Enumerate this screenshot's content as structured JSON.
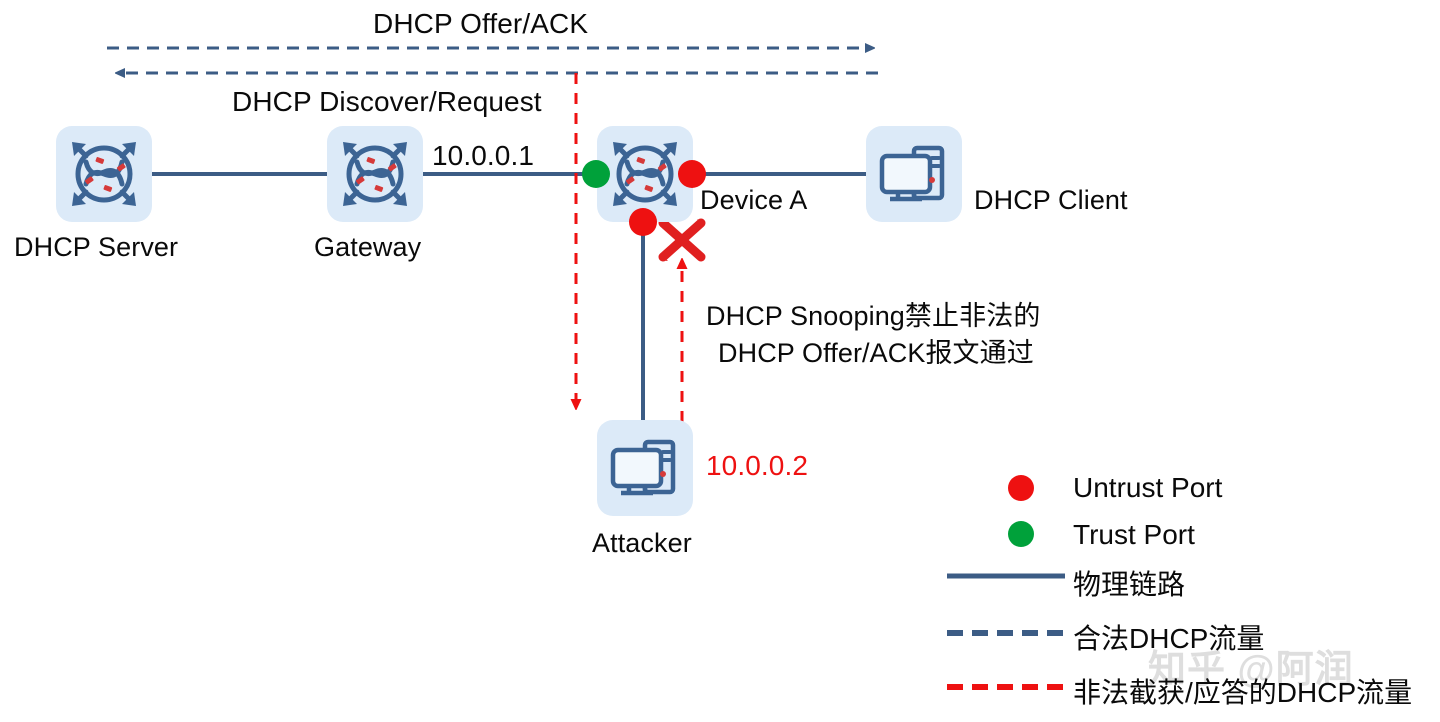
{
  "diagram": {
    "title_flows": {
      "offer_ack": "DHCP Offer/ACK",
      "discover_request": "DHCP Discover/Request"
    },
    "nodes": [
      {
        "id": "dhcp-server",
        "label": "DHCP Server",
        "icon": "switch-icon"
      },
      {
        "id": "gateway",
        "label": "Gateway",
        "icon": "switch-icon"
      },
      {
        "id": "device-a",
        "label": "Device A",
        "icon": "switch-icon"
      },
      {
        "id": "dhcp-client",
        "label": "DHCP Client",
        "icon": "pc-icon"
      },
      {
        "id": "attacker",
        "label": "Attacker",
        "icon": "pc-icon"
      }
    ],
    "ip_labels": {
      "gateway_ip": "10.0.0.1",
      "attacker_ip": "10.0.0.2"
    },
    "annotation": {
      "line1": "DHCP Snooping禁止非法的",
      "line2": "DHCP Offer/ACK报文通过"
    },
    "ports": [
      {
        "id": "device-a-trust-port",
        "type": "trust"
      },
      {
        "id": "device-a-untrust-port-client",
        "type": "untrust"
      },
      {
        "id": "device-a-untrust-port-attacker",
        "type": "untrust"
      }
    ],
    "blocked_marker": "red-x-icon"
  },
  "legend": {
    "items": [
      {
        "id": "untrust-port",
        "marker": "red-dot",
        "label": "Untrust Port"
      },
      {
        "id": "trust-port",
        "marker": "green-dot",
        "label": "Trust Port"
      },
      {
        "id": "physical-link",
        "marker": "solid-blue-line",
        "label": "物理链路"
      },
      {
        "id": "legit-dhcp-traffic",
        "marker": "dashed-blue-line",
        "label": "合法DHCP流量"
      },
      {
        "id": "illegal-dhcp-traffic",
        "marker": "dashed-red-line",
        "label": "非法截获/应答的DHCP流量"
      }
    ]
  },
  "watermark": {
    "text": "知乎 @阿润"
  },
  "colors": {
    "red": "#ee1111",
    "green": "#00a13a",
    "blue_line": "#3c5c85",
    "icon_bg": "#dceaf8",
    "icon_stroke": "#3c6494",
    "icon_accent": "#d63a3a",
    "text": "#0a0a0a",
    "watermark": "#dedede"
  }
}
